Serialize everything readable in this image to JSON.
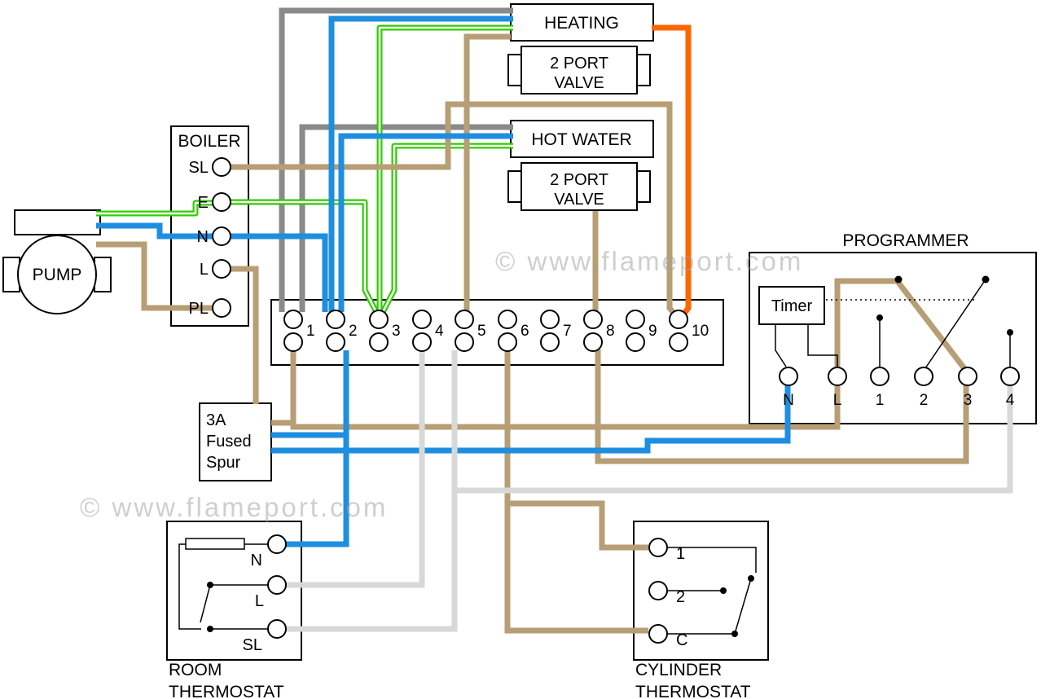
{
  "watermark": {
    "text": "© www.flameport.com"
  },
  "pump": {
    "label": "PUMP"
  },
  "boiler": {
    "title": "BOILER",
    "terminals": [
      "SL",
      "E",
      "N",
      "L",
      "PL"
    ]
  },
  "heating": {
    "title": "HEATING",
    "valve_line1": "2 PORT",
    "valve_line2": "VALVE"
  },
  "hot_water": {
    "title": "HOT WATER",
    "valve_line1": "2 PORT",
    "valve_line2": "VALVE"
  },
  "terminal_strip": {
    "numbers": [
      "1",
      "2",
      "3",
      "4",
      "5",
      "6",
      "7",
      "8",
      "9",
      "10"
    ]
  },
  "programmer": {
    "title": "PROGRAMMER",
    "timer": "Timer",
    "terminals": [
      "N",
      "L",
      "1",
      "2",
      "3",
      "4"
    ]
  },
  "fused_spur": {
    "line1": "3A",
    "line2": "Fused",
    "line3": "Spur"
  },
  "room_thermostat": {
    "line1": "ROOM",
    "line2": "THERMOSTAT",
    "terminals": [
      "N",
      "L",
      "SL"
    ]
  },
  "cylinder_thermostat": {
    "line1": "CYLINDER",
    "line2": "THERMOSTAT",
    "terminals": [
      "1",
      "2",
      "C"
    ]
  },
  "wire_colors": {
    "valve_motor_grey": "#8a8a8a",
    "neutral_blue": "#1e8ee0",
    "live_tan": "#b79e74",
    "switched_orange": "#ff6600",
    "earth_green": "#2ecc00",
    "earth_core": "#ffffff",
    "switched_light_grey": "#d8d8d8"
  }
}
